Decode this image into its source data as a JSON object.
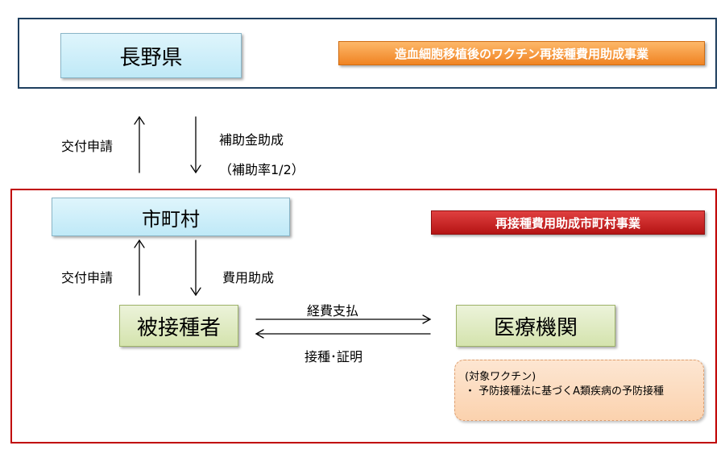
{
  "prefecture": {
    "name": "長野県",
    "program": "造血細胞移植後のワクチン再接種費用助成事業"
  },
  "pref_flow": {
    "up_label": "交付申請",
    "down_label": "補助金助成",
    "down_sub_label": "（補助率1/2）"
  },
  "municipality": {
    "name": "市町村",
    "program": "再接種費用助成市町村事業"
  },
  "muni_flow": {
    "up_label": "交付申請",
    "down_label": "費用助成"
  },
  "recipient": {
    "name": "被接種者"
  },
  "medical": {
    "name": "医療機関"
  },
  "exchange": {
    "payment_label": "経費支払",
    "proof_label": "接種･証明"
  },
  "note": {
    "title": "(対象ワクチン)",
    "item": "・ 予防接種法に基づくA類疾病の予防接種"
  }
}
